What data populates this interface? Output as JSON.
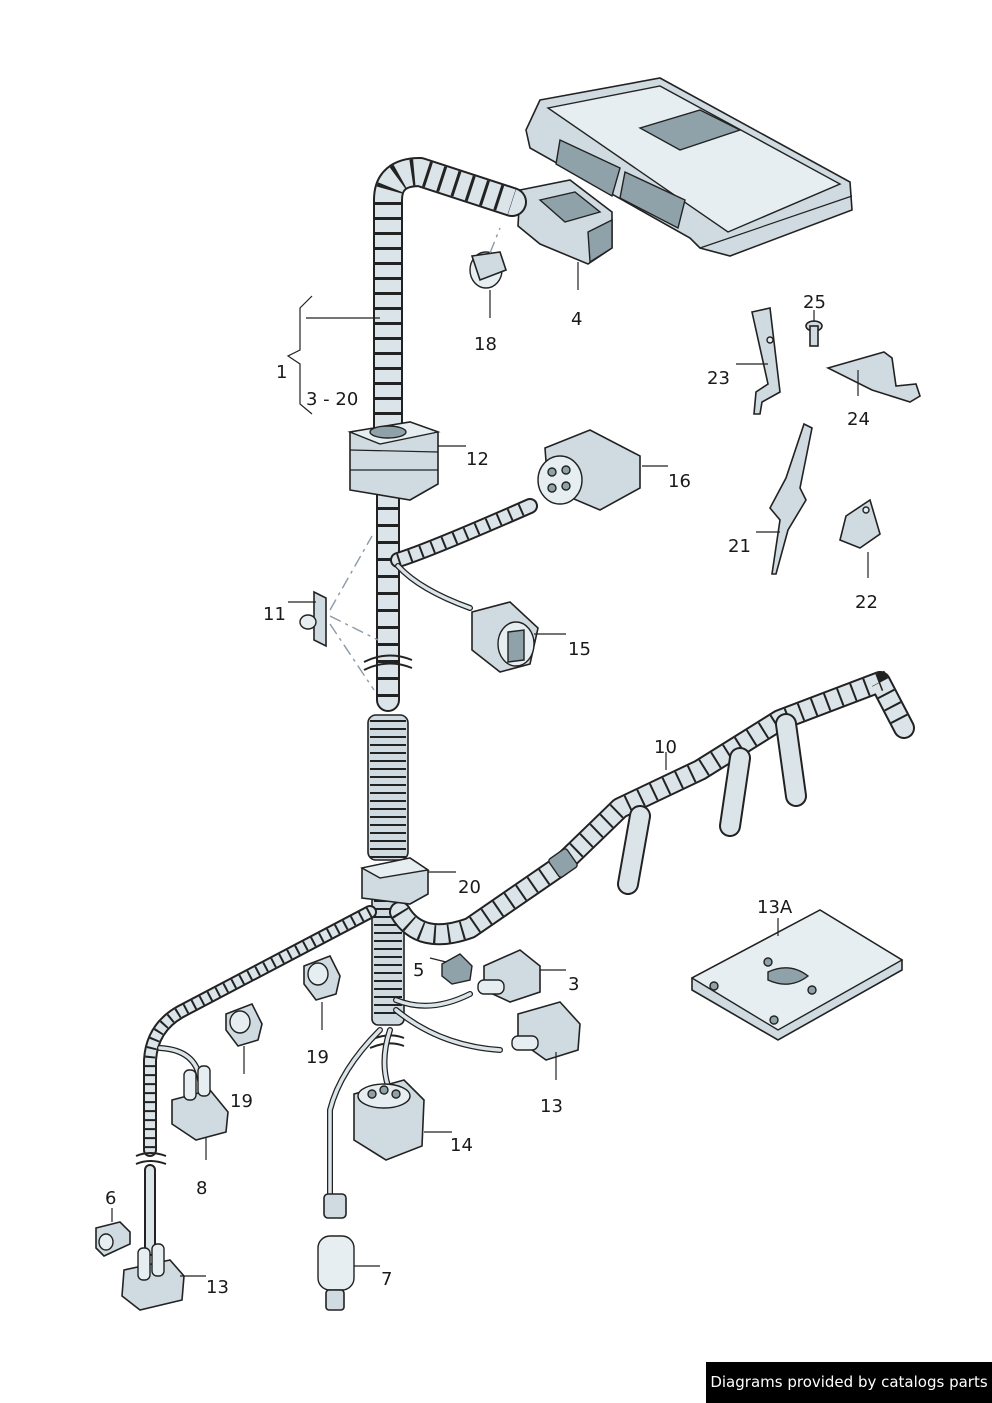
{
  "diagram": {
    "callouts": {
      "c1": "1",
      "c1_range": "3 - 20",
      "c3": "3",
      "c4": "4",
      "c5": "5",
      "c6": "6",
      "c7": "7",
      "c8": "8",
      "c10": "10",
      "c11": "11",
      "c12": "12",
      "c13a": "13",
      "c13b": "13",
      "c13c": "13A",
      "c14": "14",
      "c15": "15",
      "c16": "16",
      "c18": "18",
      "c19a": "19",
      "c19b": "19",
      "c20": "20",
      "c21": "21",
      "c22": "22",
      "c23": "23",
      "c24": "24",
      "c25": "25"
    }
  },
  "footer": {
    "credit": "Diagrams provided by catalogs parts"
  },
  "colors": {
    "line": "#222222",
    "fill": "#cfdbe0",
    "dark_fill": "#8fa2aa",
    "banner_bg": "#000000",
    "banner_text": "#ffffff"
  }
}
